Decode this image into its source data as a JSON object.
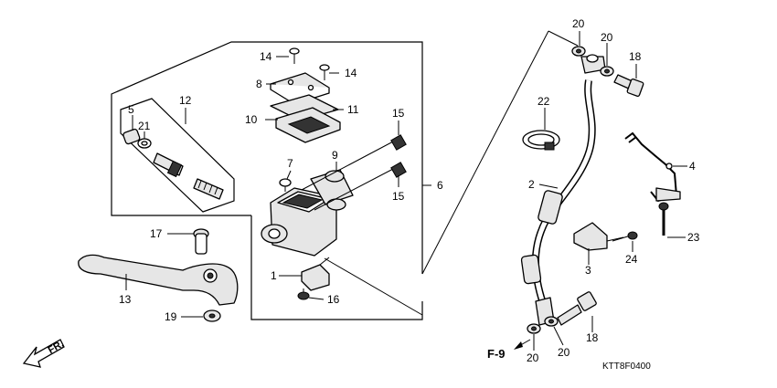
{
  "diagram_code": "KTT8F0400",
  "direction_label": "FR.",
  "ref_label": "F-9",
  "callouts": {
    "c1": "1",
    "c2": "2",
    "c3": "3",
    "c4": "4",
    "c5": "5",
    "c6": "6",
    "c7": "7",
    "c8": "8",
    "c9": "9",
    "c10": "10",
    "c11": "11",
    "c12": "12",
    "c13": "13",
    "c14a": "14",
    "c14b": "14",
    "c15a": "15",
    "c15b": "15",
    "c16": "16",
    "c17": "17",
    "c18a": "18",
    "c18b": "18",
    "c19": "19",
    "c20a": "20",
    "c20b": "20",
    "c20c": "20",
    "c20d": "20",
    "c21": "21",
    "c22": "22",
    "c23": "23",
    "c24": "24"
  }
}
